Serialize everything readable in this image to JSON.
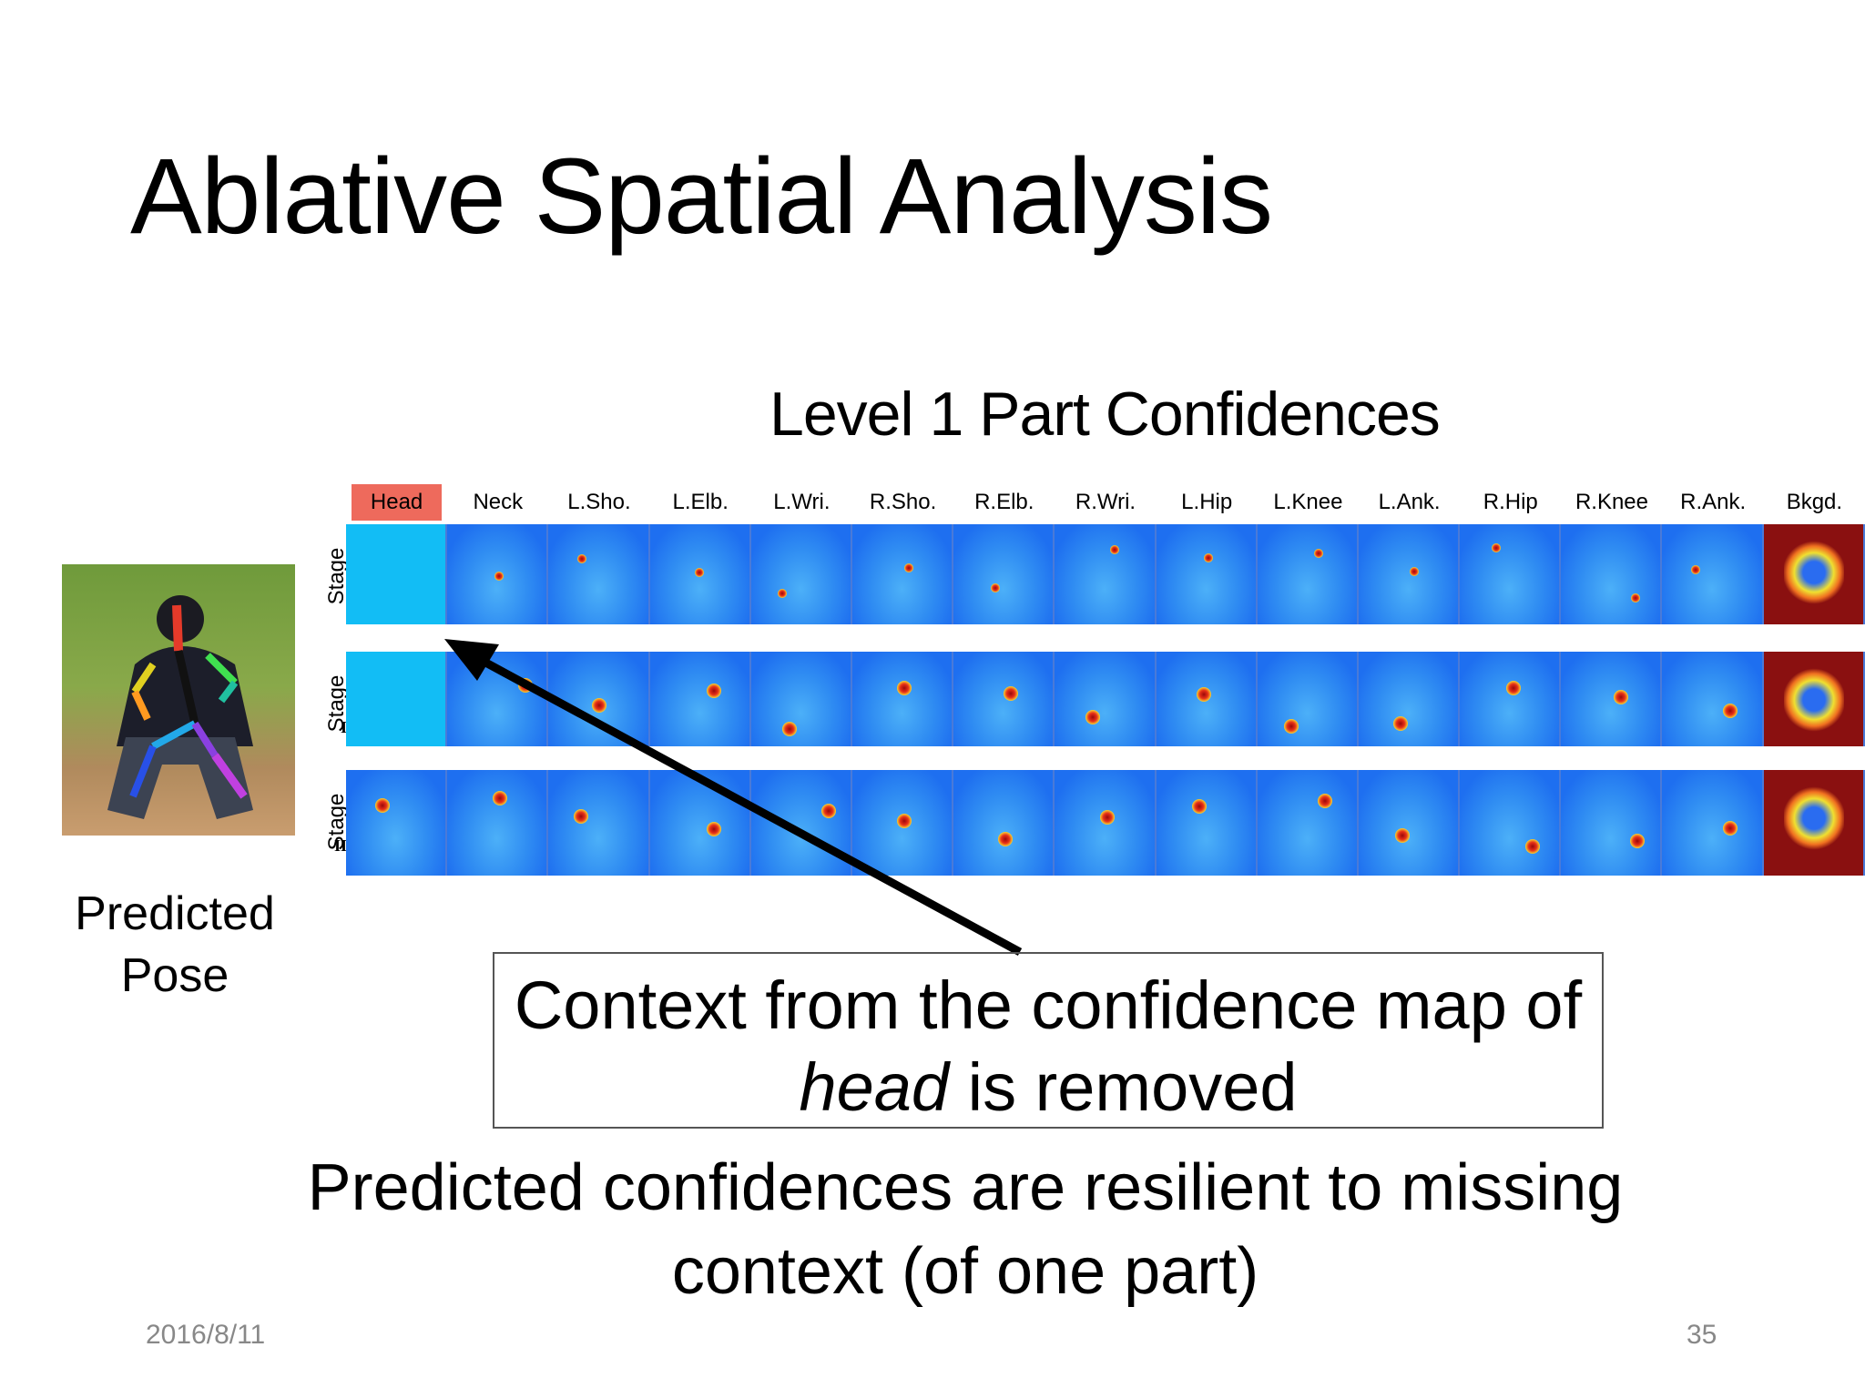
{
  "title": "Ablative Spatial Analysis",
  "subtitle": "Level 1 Part Confidences",
  "parts": [
    "Head",
    "Neck",
    "L.Sho.",
    "L.Elb.",
    "L.Wri.",
    "R.Sho.",
    "R.Elb.",
    "R.Wri.",
    "L.Hip",
    "L.Knee",
    "L.Ank.",
    "R.Hip",
    "R.Knee",
    "R.Ank.",
    "Bkgd."
  ],
  "highlighted_part": "Head",
  "stages": [
    {
      "word": "Stage",
      "num": "I"
    },
    {
      "word": "Stage",
      "num": "II"
    },
    {
      "word": "Stage",
      "num": "III"
    }
  ],
  "pose_label": {
    "line1": "Predicted",
    "line2": "Pose"
  },
  "callout": {
    "line1": "Context from the confidence map of",
    "line2_italic": "head",
    "line2_rest": " is removed"
  },
  "conclusion": {
    "line1": "Predicted confidences are resilient to missing",
    "line2": "context (of one part)"
  },
  "footer": {
    "date": "2016/8/11",
    "page": "35"
  },
  "colors": {
    "highlight": "#ee6a5c",
    "heatmap_base": "#1e6ff0",
    "removed_cell": "#12bdf5",
    "background_map": "#8a1010"
  }
}
